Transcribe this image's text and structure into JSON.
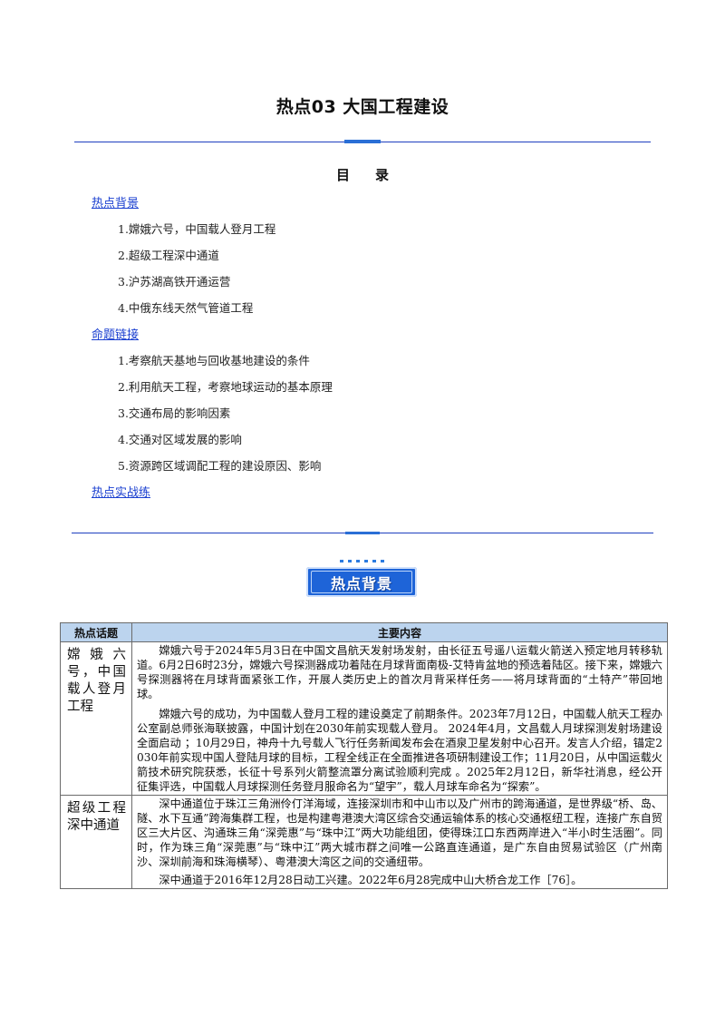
{
  "title": "热点03 大国工程建设",
  "toc": {
    "heading_chars": [
      "目",
      "录"
    ],
    "sections": [
      {
        "label": "热点背景",
        "items": [
          "1.嫦娥六号，中国载人登月工程",
          "2.超级工程深中通道",
          "3.沪苏湖高铁开通运营",
          "4.中俄东线天然气管道工程"
        ]
      },
      {
        "label": "命题链接",
        "items": [
          "1.考察航天基地与回收基地建设的条件",
          "2.利用航天工程，考察地球运动的基本原理",
          "3.交通布局的影响因素",
          "4.交通对区域发展的影响",
          "5.资源跨区域调配工程的建设原因、影响"
        ]
      },
      {
        "label": "热点实战练",
        "items": []
      }
    ]
  },
  "badge_label": "热点背景",
  "table": {
    "headers": [
      "热点话题",
      "主要内容"
    ],
    "rows": [
      {
        "topic": "嫦娥六号，中国载人登月工程",
        "paragraphs": [
          "嫦娥六号于2024年5月3日在中国文昌航天发射场发射，由长征五号遥八运载火箭送入预定地月转移轨道。6月2日6时23分，嫦娥六号探测器成功着陆在月球背面南极-艾特肯盆地的预选着陆区。接下来，嫦娥六号探测器将在月球背面紧张工作，开展人类历史上的首次月背采样任务——将月球背面的“土特产”带回地球。",
          "嫦娥六号的成功，为中国载人登月工程的建设奠定了前期条件。2023年7月12日，中国载人航天工程办公室副总师张海联披露，中国计划在2030年前实现载人登月。 2024年4月，文昌载人月球探测发射场建设全面启动 ；10月29日，神舟十九号载人飞行任务新闻发布会在酒泉卫星发射中心召开。发言人介绍，锚定2030年前实现中国人登陆月球的目标，工程全线正在全面推进各项研制建设工作；11月20日，从中国运载火箭技术研究院获悉，长征十号系列火箭整流罩分离试验顺利完成 。2025年2月12日，新华社消息，经公开征集评选，中国载人月球探测任务登月服命名为“望宇”，载人月球车命名为“探索”。"
        ]
      },
      {
        "topic": "超级工程深中通道",
        "paragraphs": [
          "深中通道位于珠江三角洲伶仃洋海域，连接深圳市和中山市以及广州市的跨海通道，是世界级“桥、岛、隧、水下互通”跨海集群工程，也是构建粤港澳大湾区综合交通运输体系的核心交通枢纽工程，连接广东自贸区三大片区、沟通珠三角“深莞惠”与“珠中江”两大功能组团，使得珠江口东西两岸进入“半小时生活圈”。同时，作为珠三角“深莞惠”与“珠中江”两大城市群之间唯一公路直连通道，是广东自由贸易试验区（广州南沙、深圳前海和珠海横琴）、粤港澳大湾区之间的交通纽带。",
          "深中通道于2016年12月28日动工兴建。2022年6月28完成中山大桥合龙工作［76］。"
        ]
      }
    ]
  }
}
